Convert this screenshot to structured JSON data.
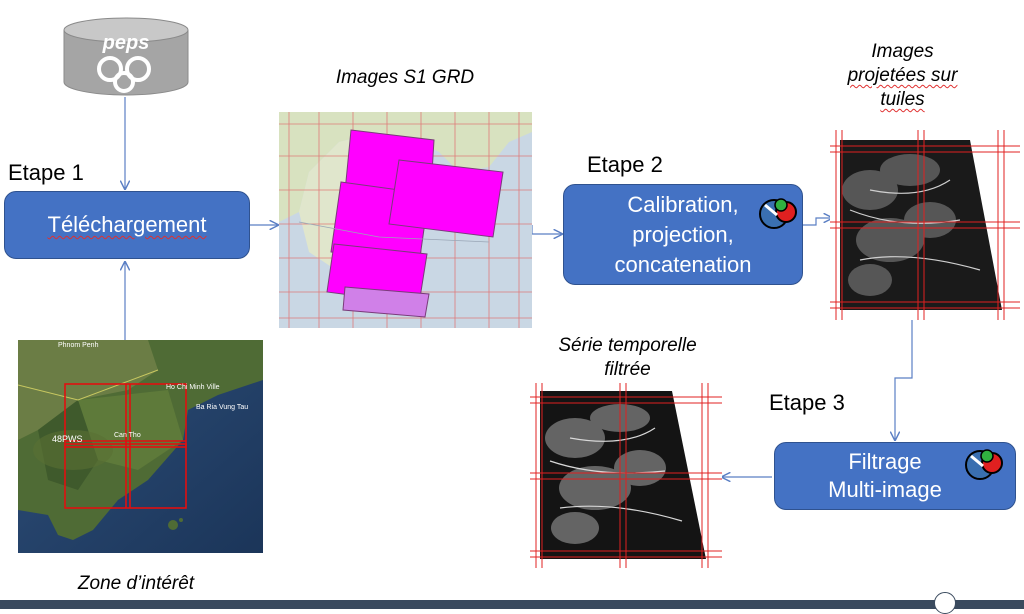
{
  "source": {
    "logo_text": "peps"
  },
  "steps": [
    {
      "label": "Etape 1",
      "box_lines": [
        "Téléchargement"
      ]
    },
    {
      "label": "Etape 2",
      "box_lines": [
        "Calibration,",
        "projection,",
        "concatenation"
      ]
    },
    {
      "label": "Etape 3",
      "box_lines": [
        "Filtrage",
        "Multi-image"
      ]
    }
  ],
  "captions": {
    "s1_grd": "Images S1 GRD",
    "projected": [
      "Images",
      "projetées sur",
      "tuiles"
    ],
    "filtered": [
      "Série temporelle",
      "filtrée"
    ],
    "zone": "Zone d’intérêt"
  },
  "map_labels": {
    "tile": "48PWS",
    "city1": "Can Tho",
    "city2": "Ho Chi Minh Ville",
    "city3": "Ba Ria Vung Tau",
    "city4": "Phnom Penh"
  },
  "colors": {
    "box_fill": "#4472c4",
    "box_border": "#2f528f",
    "arrow": "#5b7fc4",
    "tile_grid": "#e02020",
    "footprint": "#ff00ff"
  }
}
